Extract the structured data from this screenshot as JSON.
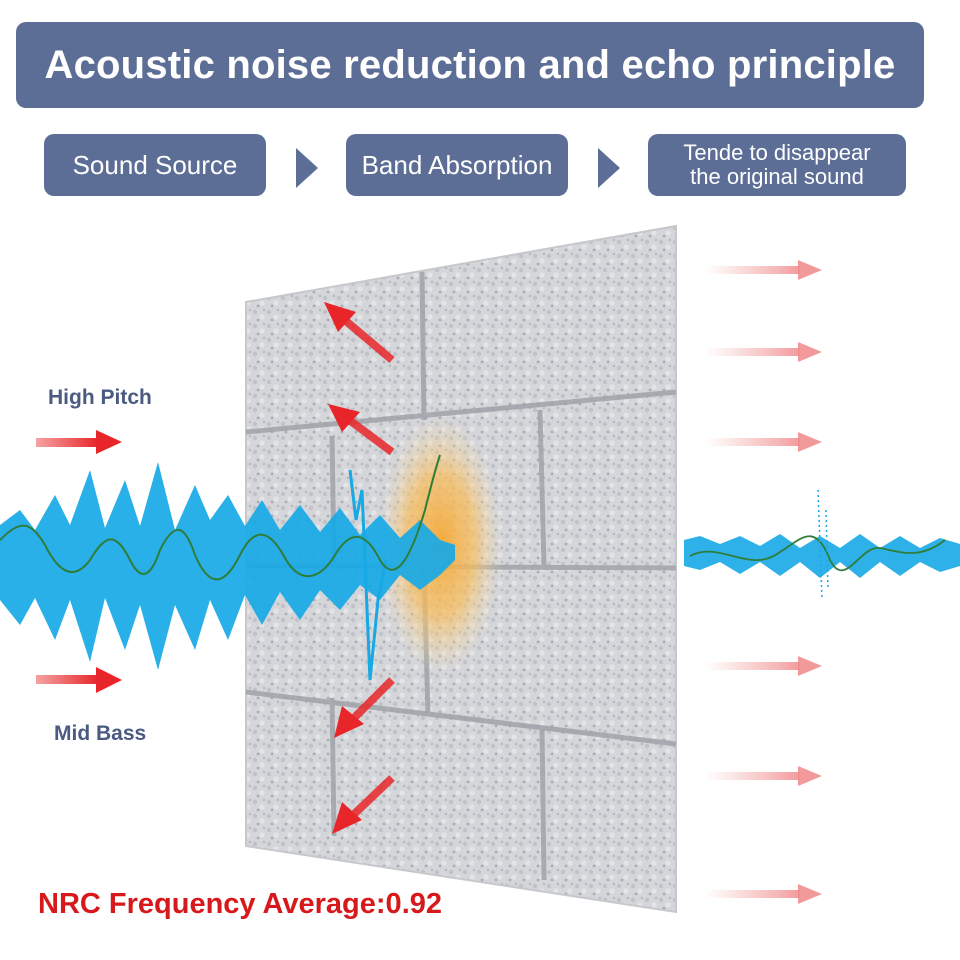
{
  "header": {
    "title": "Acoustic noise reduction and echo principle"
  },
  "steps": [
    {
      "label": "Sound Source"
    },
    {
      "label": "Band Absorption"
    },
    {
      "line1": "Tende to disappear",
      "line2": "the original sound"
    }
  ],
  "labels": {
    "high_pitch": "High Pitch",
    "mid_bass": "Mid Bass"
  },
  "footer": {
    "nrc": "NRC Frequency Average:0.92"
  },
  "colors": {
    "banner": "#5d6e96",
    "arrow_red": "#e8262a",
    "wave_blue": "#17a9e6",
    "wave_green": "#2f7d3a",
    "panel_gray": "#d6d8dc",
    "glow_orange": "#f7a733"
  }
}
